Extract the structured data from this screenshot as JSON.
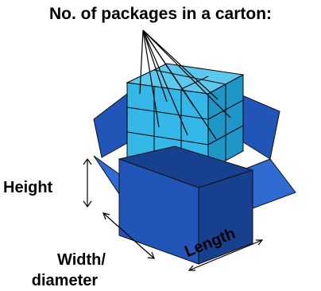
{
  "title": "No. of packages in a carton:",
  "dimensions": {
    "height": "Height",
    "width_line1": "Width/",
    "width_line2": "diameter",
    "length": "Length"
  },
  "colors": {
    "carton": "#2156b8",
    "carton_dark": "#17418f",
    "carton_light": "#2f6bd1",
    "packages": "#35b7e8",
    "packages_dark": "#1f96c8"
  }
}
